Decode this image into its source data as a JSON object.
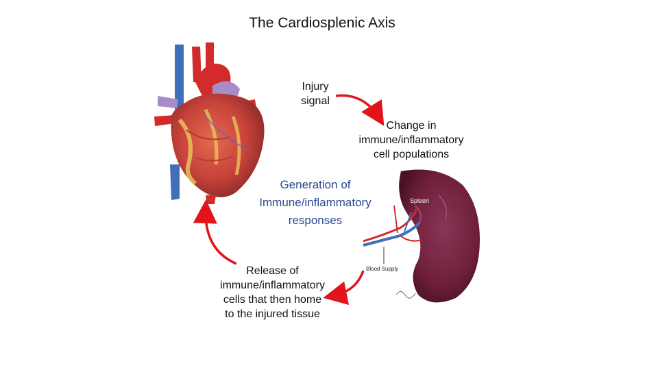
{
  "title": "The Cardiosplenic Axis",
  "steps": {
    "injury": [
      "Injury",
      "signal"
    ],
    "change": [
      "Change in",
      "immune/inflammatory",
      "cell populations"
    ],
    "generation": [
      "Generation of",
      "Immune/inflammatory",
      "responses"
    ],
    "release": [
      "Release of",
      "immune/inflammatory",
      "cells that then home",
      "to the injured tissue"
    ]
  },
  "spleen_labels": {
    "organ": "Spleen",
    "supply": "Blood Supply"
  },
  "colors": {
    "cycle_arrow": "#e0141a",
    "center_text": "#2a4a8c",
    "spleen": "#6e1f3a",
    "heart": "#c8433a",
    "artery": "#d32b2b",
    "vein": "#3f6fb8"
  },
  "icons": {
    "heart": "heart-illustration",
    "spleen": "spleen-illustration"
  }
}
